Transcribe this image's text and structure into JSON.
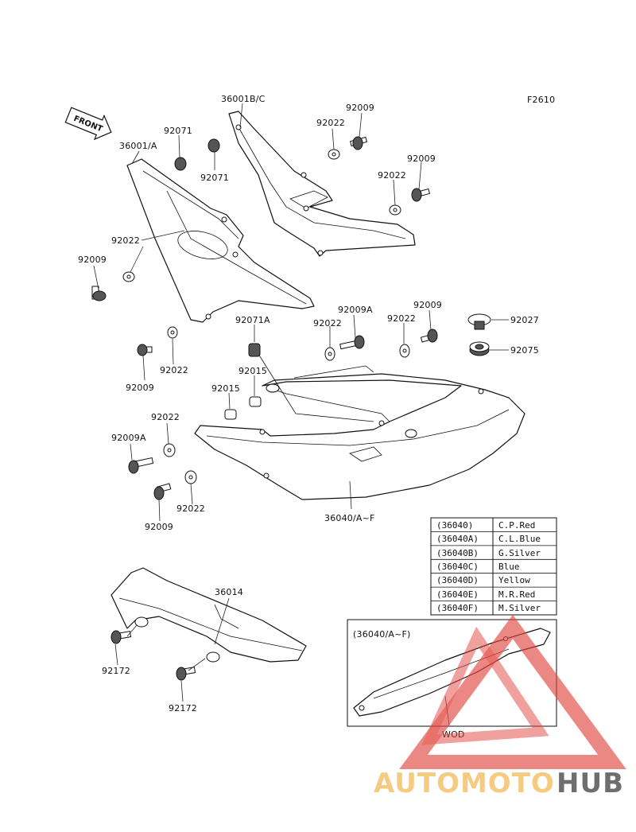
{
  "diagram_code": "F2610",
  "front_label": "FRONT",
  "callouts": [
    {
      "id": "c1",
      "text": "36001B/C"
    },
    {
      "id": "c2",
      "text": "92009"
    },
    {
      "id": "c3",
      "text": "92071"
    },
    {
      "id": "c4",
      "text": "92022"
    },
    {
      "id": "c5",
      "text": "36001/A"
    },
    {
      "id": "c6",
      "text": "92009"
    },
    {
      "id": "c7",
      "text": "92071"
    },
    {
      "id": "c8",
      "text": "92022"
    },
    {
      "id": "c9",
      "text": "92022"
    },
    {
      "id": "c10",
      "text": "92009"
    },
    {
      "id": "c11",
      "text": "92009A"
    },
    {
      "id": "c12",
      "text": "92009"
    },
    {
      "id": "c13",
      "text": "92027"
    },
    {
      "id": "c14",
      "text": "92071A"
    },
    {
      "id": "c15",
      "text": "92022"
    },
    {
      "id": "c16",
      "text": "92022"
    },
    {
      "id": "c17",
      "text": "92075"
    },
    {
      "id": "c18",
      "text": "92022"
    },
    {
      "id": "c19",
      "text": "92015"
    },
    {
      "id": "c20",
      "text": "92009"
    },
    {
      "id": "c21",
      "text": "92015"
    },
    {
      "id": "c22",
      "text": "92022"
    },
    {
      "id": "c23",
      "text": "92009A"
    },
    {
      "id": "c24",
      "text": "92022"
    },
    {
      "id": "c25",
      "text": "92009"
    },
    {
      "id": "c26",
      "text": "36040/A~F"
    },
    {
      "id": "c27",
      "text": "36014"
    },
    {
      "id": "c28",
      "text": "92172"
    },
    {
      "id": "c29",
      "text": "92172"
    }
  ],
  "color_table": {
    "rows": [
      {
        "code": "(36040)",
        "color": "C.P.Red"
      },
      {
        "code": "(36040A)",
        "color": "C.L.Blue"
      },
      {
        "code": "(36040B)",
        "color": "G.Silver"
      },
      {
        "code": "(36040C)",
        "color": "Blue"
      },
      {
        "code": "(36040D)",
        "color": "Yellow"
      },
      {
        "code": "(36040E)",
        "color": "M.R.Red"
      },
      {
        "code": "(36040F)",
        "color": "M.Silver"
      }
    ]
  },
  "inset": {
    "title": "(36040/A~F)",
    "caption": "WOD"
  },
  "watermark": {
    "part1": "AUTOMOTO",
    "part2": "HUB",
    "color1": "#f3c36c",
    "color2": "#555555",
    "logo_color": "#e2463f"
  }
}
